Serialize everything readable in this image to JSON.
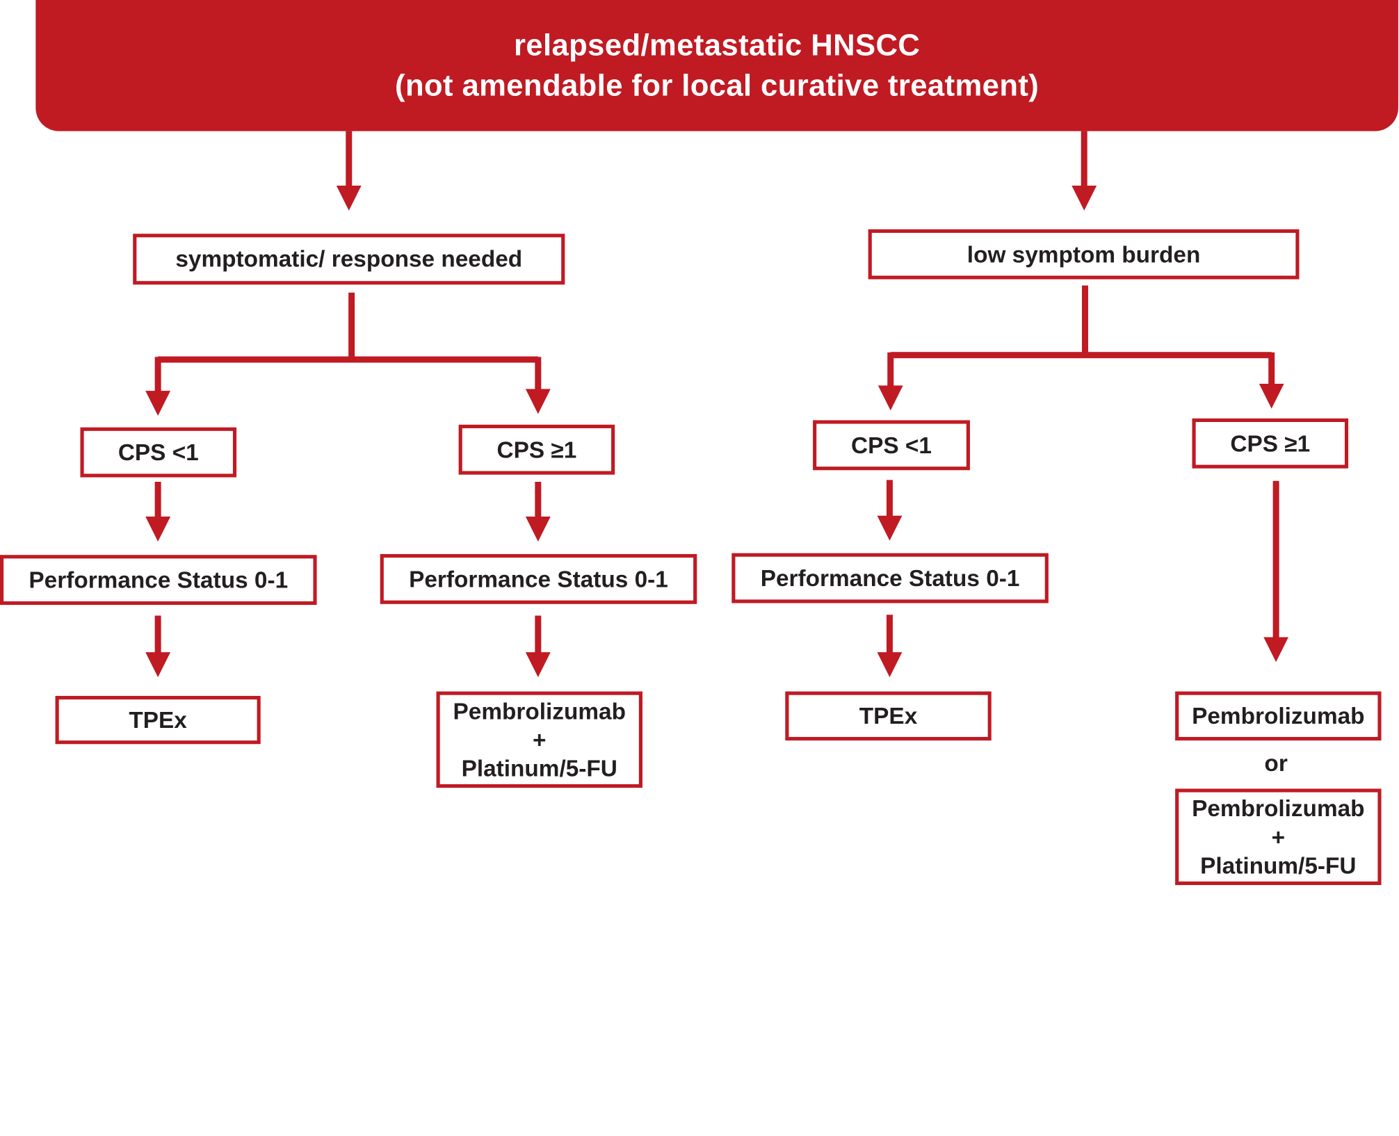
{
  "title": {
    "line1": "relapsed/metastatic HNSCC",
    "line2": "(not amendable for local curative treatment)"
  },
  "branches": {
    "left": {
      "label": "symptomatic/ response needed",
      "cps_low": {
        "label": "CPS <1",
        "performance": "Performance Status 0-1",
        "treatment": "TPEx"
      },
      "cps_high": {
        "label": "CPS ≥1",
        "performance": "Performance Status 0-1",
        "treatment": [
          "Pembrolizumab",
          "+",
          "Platinum/5-FU"
        ]
      }
    },
    "right": {
      "label": "low symptom burden",
      "cps_low": {
        "label": "CPS <1",
        "performance": "Performance Status 0-1",
        "treatment": "TPEx"
      },
      "cps_high": {
        "label": "CPS ≥1",
        "treatment_a": "Pembrolizumab",
        "connector": "or",
        "treatment_b": [
          "Pembrolizumab",
          "+",
          "Platinum/5-FU"
        ]
      }
    }
  },
  "colors": {
    "accent": "#c01a23",
    "text": "#231f20",
    "banner_text": "#ffffff"
  }
}
